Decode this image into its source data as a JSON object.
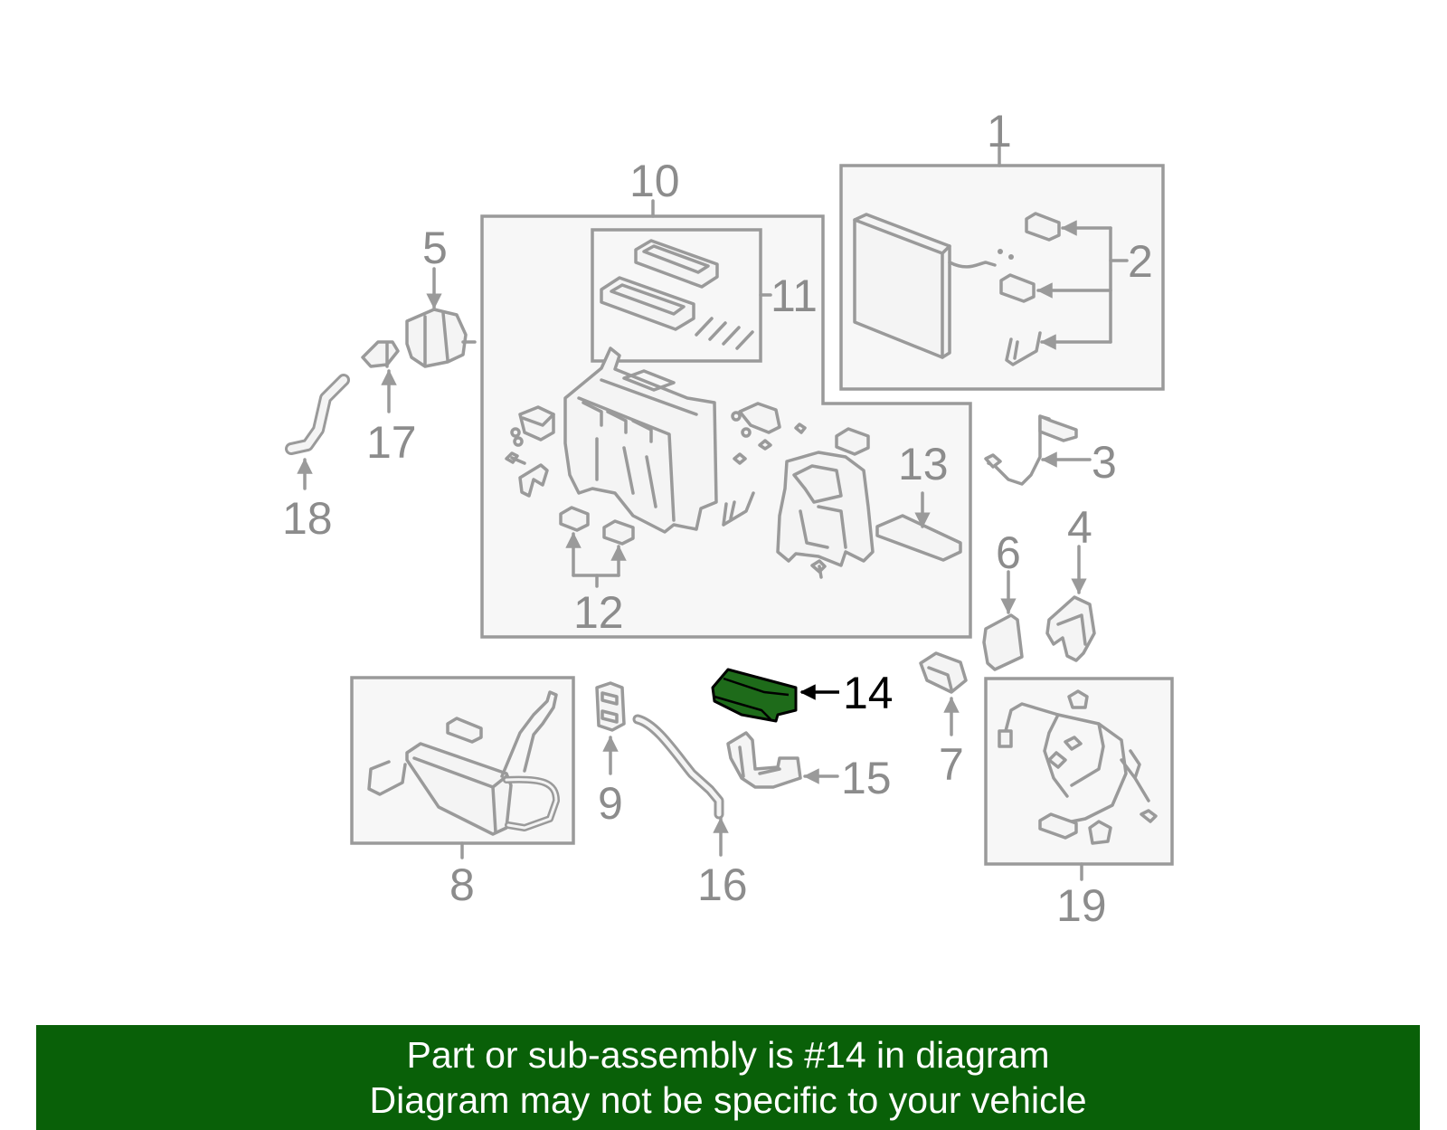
{
  "colors": {
    "line": "#9a9a9a",
    "label": "#8c8c8c",
    "highlight_fill": "#1e6b1a",
    "highlight_stroke": "#000000",
    "banner": "#096008",
    "banner_text": "#ffffff"
  },
  "callouts": {
    "c1": "1",
    "c2": "2",
    "c3": "3",
    "c4": "4",
    "c5": "5",
    "c6": "6",
    "c7": "7",
    "c8": "8",
    "c9": "9",
    "c10": "10",
    "c11": "11",
    "c12": "12",
    "c13": "13",
    "c14": "14",
    "c15": "15",
    "c16": "16",
    "c17": "17",
    "c18": "18",
    "c19": "19"
  },
  "highlighted_part": "14",
  "banner": {
    "line1": "Part or sub-assembly is #14 in diagram",
    "line2": "Diagram may not be specific to your vehicle"
  }
}
